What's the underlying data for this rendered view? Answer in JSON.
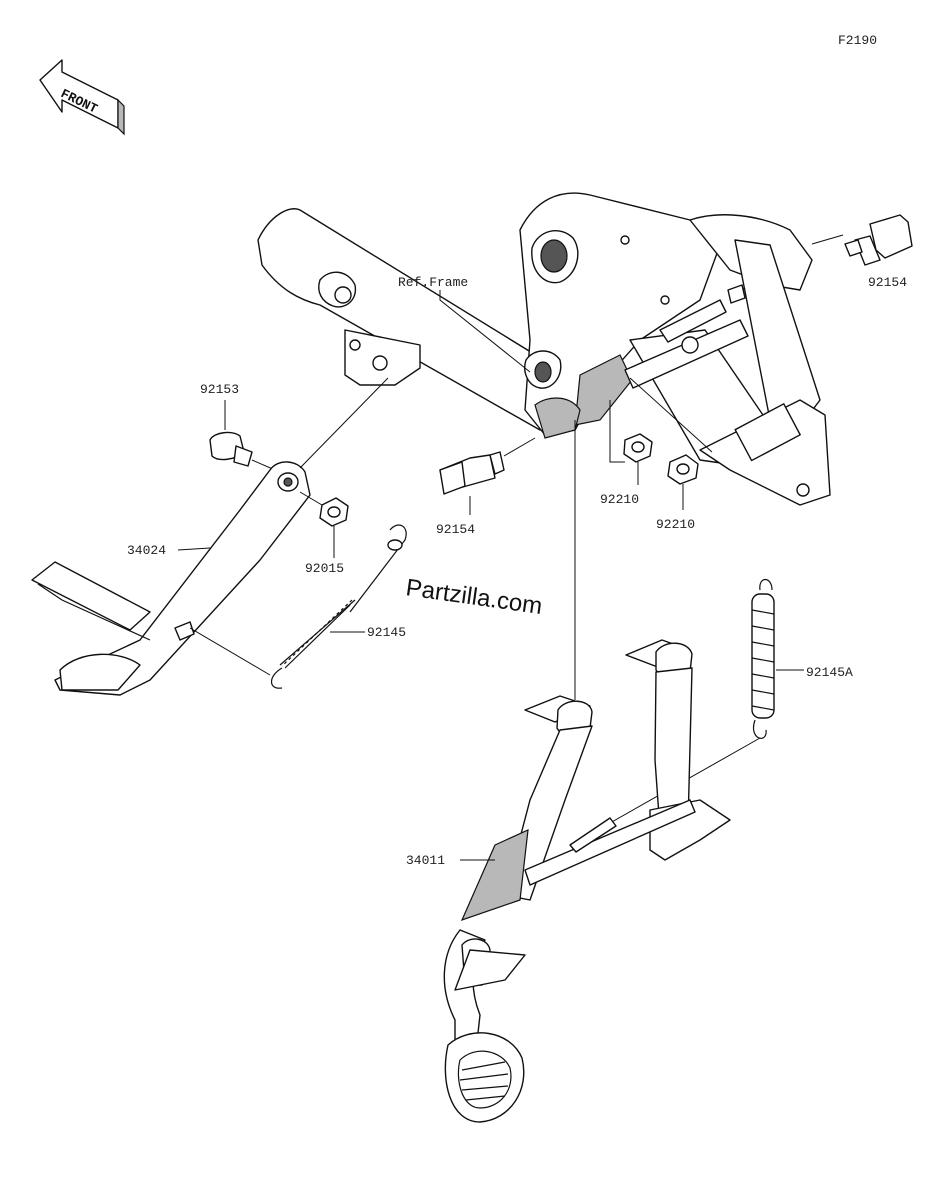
{
  "diagram": {
    "figure_code": "F2190",
    "front_badge": "FRONT",
    "watermark": "Partzilla.com",
    "callouts": {
      "ref_frame": "Ref.Frame",
      "bolt_92154_top": "92154",
      "bolt_92153": "92153",
      "bolt_92154_mid": "92154",
      "nut_92210_left": "92210",
      "nut_92210_right": "92210",
      "side_stand_34024": "34024",
      "nut_92015": "92015",
      "spring_92145": "92145",
      "spring_92145A": "92145A",
      "center_stand_34011": "34011"
    }
  }
}
